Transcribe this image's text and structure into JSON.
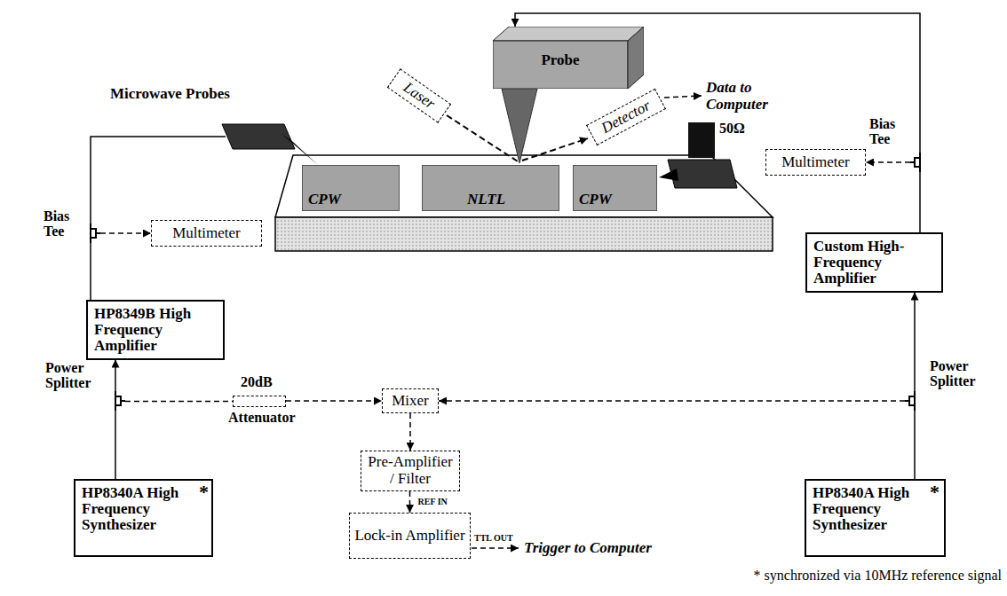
{
  "diagram": {
    "nodes": [
      {
        "text": [
          "HP8340A High Frequency Synthesizer"
        ]
      },
      {
        "text": [
          "Power Splitter"
        ]
      },
      {
        "text": [
          "HP8349B High Frequency Amplifier"
        ]
      },
      {
        "text": [
          "Bias Tee"
        ]
      },
      {
        "text": [
          "Multimeter"
        ]
      },
      {
        "text": [
          "20dB",
          "Attenuator"
        ]
      },
      {
        "text": [
          "Mixer"
        ]
      },
      {
        "text": [
          "Pre-Amplifier / Filter"
        ]
      },
      {
        "text": [
          "Lock-in Amplifier"
        ]
      },
      {
        "text": [
          "HP8340A High Frequency Synthesizer"
        ]
      },
      {
        "text": [
          "Power Splitter"
        ]
      },
      {
        "text": [
          "Custom High-Frequency Amplifier"
        ]
      },
      {
        "text": [
          "Bias Tee"
        ]
      },
      {
        "text": [
          "Multimeter"
        ]
      },
      {
        "text": [
          "CPW"
        ]
      },
      {
        "text": [
          "NLTL"
        ]
      },
      {
        "text": [
          "CPW"
        ]
      },
      {
        "text": [
          "Probe"
        ]
      },
      {
        "text": [
          "Laser"
        ]
      },
      {
        "text": [
          "Detector"
        ]
      }
    ],
    "edges": [
      {
        "from": 0,
        "to": 1,
        "arrow": "none"
      },
      {
        "from": 1,
        "to": 2,
        "arrow": "to"
      },
      {
        "from": 2,
        "to": 3,
        "arrow": "none"
      },
      {
        "from": 3,
        "to": 4,
        "arrow": "to"
      },
      {
        "from": 1,
        "to": 5,
        "arrow": "none"
      },
      {
        "from": 5,
        "to": 6,
        "arrow": "to"
      },
      {
        "from": 10,
        "to": 6,
        "arrow": "to"
      },
      {
        "from": 6,
        "to": 7,
        "arrow": "to"
      },
      {
        "from": 7,
        "to": 8,
        "label": "REF IN",
        "arrow": "to"
      },
      {
        "from": 9,
        "to": 10,
        "arrow": "none"
      },
      {
        "from": 10,
        "to": 11,
        "arrow": "to"
      },
      {
        "from": 11,
        "to": 12,
        "arrow": "none"
      },
      {
        "from": 12,
        "to": 13,
        "arrow": "to"
      },
      {
        "from": 12,
        "to": 17,
        "arrow": "to"
      }
    ],
    "labels": [
      "Microwave Probes",
      "50Ω",
      "Data to Computer",
      "TTL OUT",
      "Trigger to Computer",
      "*",
      "*",
      "* synchronized via 10MHz reference signal"
    ]
  }
}
